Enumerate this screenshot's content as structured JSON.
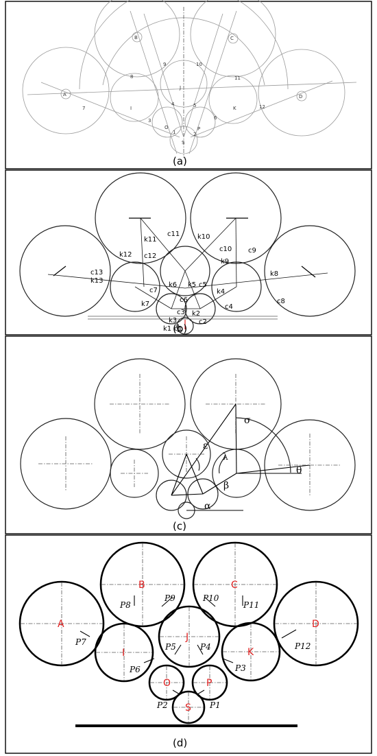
{
  "panels": [
    {
      "caption": "(a)",
      "letters": [
        "A",
        "B",
        "C",
        "D",
        "I",
        "J",
        "K",
        "O",
        "P",
        "S"
      ],
      "numbers": [
        "1",
        "2",
        "3",
        "4",
        "5",
        "6",
        "7",
        "8",
        "9",
        "10",
        "11",
        "12"
      ]
    },
    {
      "caption": "(b)",
      "springs": [
        "k1",
        "k2",
        "k3",
        "k4",
        "k5",
        "k6",
        "k7",
        "k8",
        "k9",
        "k10",
        "k11",
        "k12",
        "k13"
      ],
      "dampers": [
        "c1",
        "c2",
        "c3",
        "c4",
        "c5",
        "c6",
        "c7",
        "c8",
        "c9",
        "c10",
        "c11",
        "c12",
        "c13"
      ]
    },
    {
      "caption": "(c)",
      "angles": [
        "σ",
        "ε",
        "λ",
        "β",
        "α",
        "θ"
      ]
    },
    {
      "caption": "(d)",
      "centers": [
        "A",
        "B",
        "C",
        "D",
        "I",
        "J",
        "K",
        "O",
        "P",
        "S"
      ],
      "forces": [
        "P1",
        "P2",
        "P3",
        "P4",
        "P5",
        "P6",
        "P7",
        "P8",
        "P9",
        "P10",
        "P11",
        "P12"
      ]
    }
  ]
}
